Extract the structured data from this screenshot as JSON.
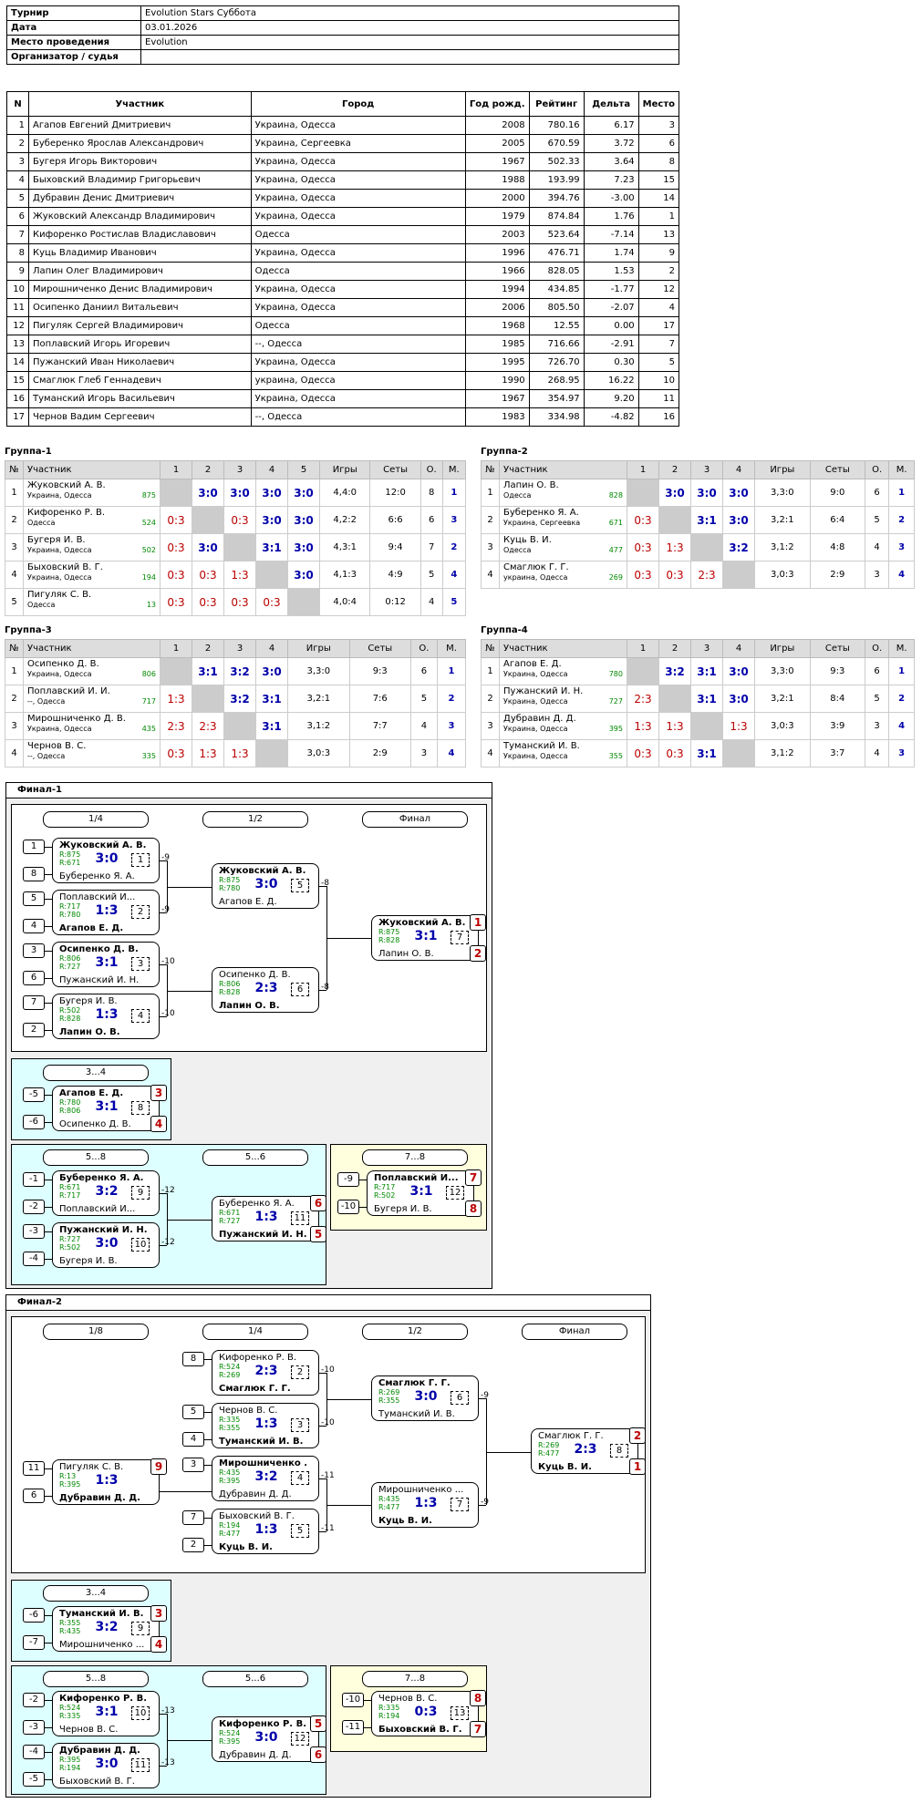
{
  "info": [
    {
      "k": "Турнир",
      "v": "Evolution Stars Суббота"
    },
    {
      "k": "Дата",
      "v": "03.01.2026"
    },
    {
      "k": "Место проведения",
      "v": "Evolution"
    },
    {
      "k": "Организатор / судья",
      "v": ""
    }
  ],
  "participants": {
    "headers": [
      "N",
      "Участник",
      "Город",
      "Год рожд.",
      "Рейтинг",
      "Дельта",
      "Место"
    ],
    "rows": [
      [
        "1",
        "Агапов Евгений Дмитриевич",
        "Украина, Одесса",
        "2008",
        "780.16",
        "6.17",
        "3"
      ],
      [
        "2",
        "Буберенко Ярослав Александрович",
        "Украина, Сергеевка",
        "2005",
        "670.59",
        "3.72",
        "6"
      ],
      [
        "3",
        "Бугеря Игорь Викторович",
        "Украина, Одесса",
        "1967",
        "502.33",
        "3.64",
        "8"
      ],
      [
        "4",
        "Быховский Владимир Григорьевич",
        "Украина, Одесса",
        "1988",
        "193.99",
        "7.23",
        "15"
      ],
      [
        "5",
        "Дубравин Денис Дмитриевич",
        "Украина, Одесса",
        "2000",
        "394.76",
        "-3.00",
        "14"
      ],
      [
        "6",
        "Жуковский Александр Владимирович",
        "Украина, Одесса",
        "1979",
        "874.84",
        "1.76",
        "1"
      ],
      [
        "7",
        "Кифоренко Ростислав Владиславович",
        "Одесса",
        "2003",
        "523.64",
        "-7.14",
        "13"
      ],
      [
        "8",
        "Куць Владимир Иванович",
        "Украина, Одесса",
        "1996",
        "476.71",
        "1.74",
        "9"
      ],
      [
        "9",
        "Лапин Олег Владимирович",
        "Одесса",
        "1966",
        "828.05",
        "1.53",
        "2"
      ],
      [
        "10",
        "Мирошниченко Денис Владимирович",
        "Украина, Одесса",
        "1994",
        "434.85",
        "-1.77",
        "12"
      ],
      [
        "11",
        "Осипенко Даниил Витальевич",
        "Украина, Одесса",
        "2006",
        "805.50",
        "-2.07",
        "4"
      ],
      [
        "12",
        "Пигуляк Сергей Владимирович",
        "Одесса",
        "1968",
        "12.55",
        "0.00",
        "17"
      ],
      [
        "13",
        "Поплавский Игорь Игоревич",
        "--, Одесса",
        "1985",
        "716.66",
        "-2.91",
        "7"
      ],
      [
        "14",
        "Пужанский Иван Николаевич",
        "Украина, Одесса",
        "1995",
        "726.70",
        "0.30",
        "5"
      ],
      [
        "15",
        "Смаглюк Глеб Геннадевич",
        "украина, Одесса",
        "1990",
        "268.95",
        "16.22",
        "10"
      ],
      [
        "16",
        "Туманский Игорь Васильевич",
        "Украина, Одесса",
        "1967",
        "354.97",
        "9.20",
        "11"
      ],
      [
        "17",
        "Чернов Вадим Сергеевич",
        "--, Одесса",
        "1983",
        "334.98",
        "-4.82",
        "16"
      ]
    ]
  },
  "groups": [
    {
      "title": "Группа-1",
      "headers": [
        "№",
        "Участник",
        "1",
        "2",
        "3",
        "4",
        "5",
        "Игры",
        "Сеты",
        "О.",
        "М."
      ],
      "rows": [
        {
          "n": "1",
          "name": "Жуковский А. В.",
          "city": "Украина, Одесса",
          "rating": "875",
          "cells": [
            "x",
            "3:0",
            "3:0",
            "3:0",
            "3:0"
          ],
          "games": "4,4:0",
          "sets": "12:0",
          "pts": "8",
          "place": "1"
        },
        {
          "n": "2",
          "name": "Кифоренко Р. В.",
          "city": "Одесса",
          "rating": "524",
          "cells": [
            "0:3",
            "x",
            "0:3",
            "3:0",
            "3:0"
          ],
          "games": "4,2:2",
          "sets": "6:6",
          "pts": "6",
          "place": "3"
        },
        {
          "n": "3",
          "name": "Бугеря И. В.",
          "city": "Украина, Одесса",
          "rating": "502",
          "cells": [
            "0:3",
            "3:0",
            "x",
            "3:1",
            "3:0"
          ],
          "games": "4,3:1",
          "sets": "9:4",
          "pts": "7",
          "place": "2"
        },
        {
          "n": "4",
          "name": "Быховский В. Г.",
          "city": "Украина, Одесса",
          "rating": "194",
          "cells": [
            "0:3",
            "0:3",
            "1:3",
            "x",
            "3:0"
          ],
          "games": "4,1:3",
          "sets": "4:9",
          "pts": "5",
          "place": "4"
        },
        {
          "n": "5",
          "name": "Пигуляк С. В.",
          "city": "Одесса",
          "rating": "13",
          "cells": [
            "0:3",
            "0:3",
            "0:3",
            "0:3",
            "x"
          ],
          "games": "4,0:4",
          "sets": "0:12",
          "pts": "4",
          "place": "5"
        }
      ]
    },
    {
      "title": "Группа-2",
      "headers": [
        "№",
        "Участник",
        "1",
        "2",
        "3",
        "4",
        "Игры",
        "Сеты",
        "О.",
        "М."
      ],
      "rows": [
        {
          "n": "1",
          "name": "Лапин О. В.",
          "city": "Одесса",
          "rating": "828",
          "cells": [
            "x",
            "3:0",
            "3:0",
            "3:0"
          ],
          "games": "3,3:0",
          "sets": "9:0",
          "pts": "6",
          "place": "1"
        },
        {
          "n": "2",
          "name": "Буберенко Я. А.",
          "city": "Украина, Сергеевка",
          "rating": "671",
          "cells": [
            "0:3",
            "x",
            "3:1",
            "3:0"
          ],
          "games": "3,2:1",
          "sets": "6:4",
          "pts": "5",
          "place": "2"
        },
        {
          "n": "3",
          "name": "Куць В. И.",
          "city": "Одесса",
          "rating": "477",
          "cells": [
            "0:3",
            "1:3",
            "x",
            "3:2"
          ],
          "games": "3,1:2",
          "sets": "4:8",
          "pts": "4",
          "place": "3"
        },
        {
          "n": "4",
          "name": "Смаглюк Г. Г.",
          "city": "украина, Одесса",
          "rating": "269",
          "cells": [
            "0:3",
            "0:3",
            "2:3",
            "x"
          ],
          "games": "3,0:3",
          "sets": "2:9",
          "pts": "3",
          "place": "4"
        }
      ]
    },
    {
      "title": "Группа-3",
      "headers": [
        "№",
        "Участник",
        "1",
        "2",
        "3",
        "4",
        "Игры",
        "Сеты",
        "О.",
        "М."
      ],
      "rows": [
        {
          "n": "1",
          "name": "Осипенко Д. В.",
          "city": "Украина, Одесса",
          "rating": "806",
          "cells": [
            "x",
            "3:1",
            "3:2",
            "3:0"
          ],
          "games": "3,3:0",
          "sets": "9:3",
          "pts": "6",
          "place": "1"
        },
        {
          "n": "2",
          "name": "Поплавский И. И.",
          "city": "--, Одесса",
          "rating": "717",
          "cells": [
            "1:3",
            "x",
            "3:2",
            "3:1"
          ],
          "games": "3,2:1",
          "sets": "7:6",
          "pts": "5",
          "place": "2"
        },
        {
          "n": "3",
          "name": "Мирошниченко Д. В.",
          "city": "Украина, Одесса",
          "rating": "435",
          "cells": [
            "2:3",
            "2:3",
            "x",
            "3:1"
          ],
          "games": "3,1:2",
          "sets": "7:7",
          "pts": "4",
          "place": "3"
        },
        {
          "n": "4",
          "name": "Чернов В. С.",
          "city": "--, Одесса",
          "rating": "335",
          "cells": [
            "0:3",
            "1:3",
            "1:3",
            "x"
          ],
          "games": "3,0:3",
          "sets": "2:9",
          "pts": "3",
          "place": "4"
        }
      ]
    },
    {
      "title": "Группа-4",
      "headers": [
        "№",
        "Участник",
        "1",
        "2",
        "3",
        "4",
        "Игры",
        "Сеты",
        "О.",
        "М."
      ],
      "rows": [
        {
          "n": "1",
          "name": "Агапов Е. Д.",
          "city": "Украина, Одесса",
          "rating": "780",
          "cells": [
            "x",
            "3:2",
            "3:1",
            "3:0"
          ],
          "games": "3,3:0",
          "sets": "9:3",
          "pts": "6",
          "place": "1"
        },
        {
          "n": "2",
          "name": "Пужанский И. Н.",
          "city": "Украина, Одесса",
          "rating": "727",
          "cells": [
            "2:3",
            "x",
            "3:1",
            "3:0"
          ],
          "games": "3,2:1",
          "sets": "8:4",
          "pts": "5",
          "place": "2"
        },
        {
          "n": "3",
          "name": "Дубравин Д. Д.",
          "city": "Украина, Одесса",
          "rating": "395",
          "cells": [
            "1:3",
            "1:3",
            "x",
            "1:3"
          ],
          "games": "3,0:3",
          "sets": "3:9",
          "pts": "3",
          "place": "4"
        },
        {
          "n": "4",
          "name": "Туманский И. В.",
          "city": "Украина, Одесса",
          "rating": "355",
          "cells": [
            "0:3",
            "0:3",
            "3:1",
            "x"
          ],
          "games": "3,1:2",
          "sets": "3:7",
          "pts": "4",
          "place": "3"
        }
      ]
    }
  ],
  "final1": {
    "title": "Финал-1",
    "rounds": [
      "1/4",
      "1/2",
      "Финал",
      "3...4",
      "5...8",
      "5...6",
      "7...8"
    ],
    "matches": [
      {
        "p1": "Жуковский А. В.",
        "p2": "Буберенко Я. А.",
        "r1": "R:875",
        "r2": "R:671",
        "score": "3:0",
        "num": "1",
        "w": 1,
        "seed1": "1",
        "seed2": "8",
        "out": "-9"
      },
      {
        "p1": "Поплавский И...",
        "p2": "Агапов Е. Д.",
        "r1": "R:717",
        "r2": "R:780",
        "score": "1:3",
        "num": "2",
        "w": 2,
        "seed1": "5",
        "seed2": "4",
        "out": "-9"
      },
      {
        "p1": "Осипенко Д. В.",
        "p2": "Пужанский И. Н.",
        "r1": "R:806",
        "r2": "R:727",
        "score": "3:1",
        "num": "3",
        "w": 1,
        "seed1": "3",
        "seed2": "6",
        "out": "-10"
      },
      {
        "p1": "Бугеря И. В.",
        "p2": "Лапин О. В.",
        "r1": "R:502",
        "r2": "R:828",
        "score": "1:3",
        "num": "4",
        "w": 2,
        "seed1": "7",
        "seed2": "2",
        "out": "-10"
      },
      {
        "p1": "Жуковский А. В.",
        "p2": "Агапов Е. Д.",
        "r1": "R:875",
        "r2": "R:780",
        "score": "3:0",
        "num": "5",
        "w": 1,
        "out": "-8"
      },
      {
        "p1": "Осипенко Д. В.",
        "p2": "Лапин О. В.",
        "r1": "R:806",
        "r2": "R:828",
        "score": "2:3",
        "num": "6",
        "w": 2,
        "out": "-8"
      },
      {
        "p1": "Жуковский А. В.",
        "p2": "Лапин О. В.",
        "r1": "R:875",
        "r2": "R:828",
        "score": "3:1",
        "num": "7",
        "w": 1,
        "pl1": "1",
        "pl2": "2"
      },
      {
        "p1": "Агапов Е. Д.",
        "p2": "Осипенко Д. В.",
        "r1": "R:780",
        "r2": "R:806",
        "score": "3:1",
        "num": "8",
        "w": 1,
        "seed1": "-5",
        "seed2": "-6",
        "pl1": "3",
        "pl2": "4"
      },
      {
        "p1": "Буберенко Я. А.",
        "p2": "Поплавский И...",
        "r1": "R:671",
        "r2": "R:717",
        "score": "3:2",
        "num": "9",
        "w": 1,
        "seed1": "-1",
        "seed2": "-2",
        "out": "-12"
      },
      {
        "p1": "Пужанский И. Н.",
        "p2": "Бугеря И. В.",
        "r1": "R:727",
        "r2": "R:502",
        "score": "3:0",
        "num": "10",
        "w": 1,
        "seed1": "-3",
        "seed2": "-4",
        "out": "-12"
      },
      {
        "p1": "Буберенко Я. А.",
        "p2": "Пужанский И. Н.",
        "r1": "R:671",
        "r2": "R:727",
        "score": "1:3",
        "num": "11",
        "w": 2,
        "pl1": "6",
        "pl2": "5"
      },
      {
        "p1": "Поплавский И...",
        "p2": "Бугеря И. В.",
        "r1": "R:717",
        "r2": "R:502",
        "score": "3:1",
        "num": "12",
        "w": 1,
        "seed1": "-9",
        "seed2": "-10",
        "pl1": "7",
        "pl2": "8"
      }
    ]
  },
  "final2": {
    "title": "Финал-2",
    "rounds": [
      "1/8",
      "1/4",
      "1/2",
      "Финал",
      "3...4",
      "5...8",
      "5...6",
      "7...8"
    ],
    "matches": [
      {
        "p1": "Пигуляк С. В.",
        "p2": "Дубравин Д. Д.",
        "r1": "R:13",
        "r2": "R:395",
        "score": "1:3",
        "num": "",
        "w": 2,
        "seed1": "11",
        "seed2": "6",
        "pl1": "9"
      },
      {
        "p1": "Кифоренко Р. В.",
        "p2": "Смаглюк Г. Г.",
        "r1": "R:524",
        "r2": "R:269",
        "score": "2:3",
        "num": "2",
        "w": 2,
        "seed1": "8",
        "out": "-10"
      },
      {
        "p1": "Чернов В. С.",
        "p2": "Туманский И. В.",
        "r1": "R:335",
        "r2": "R:355",
        "score": "1:3",
        "num": "3",
        "w": 2,
        "seed1": "5",
        "seed2": "4",
        "out": "-10"
      },
      {
        "p1": "Мирошниченко ...",
        "p2": "Дубравин Д. Д.",
        "r1": "R:435",
        "r2": "R:395",
        "score": "3:2",
        "num": "4",
        "w": 1,
        "seed1": "3",
        "out": "-11"
      },
      {
        "p1": "Быховский В. Г.",
        "p2": "Куць В. И.",
        "r1": "R:194",
        "r2": "R:477",
        "score": "1:3",
        "num": "5",
        "w": 2,
        "seed1": "7",
        "seed2": "2",
        "out": "-11"
      },
      {
        "p1": "Смаглюк Г. Г.",
        "p2": "Туманский И. В.",
        "r1": "R:269",
        "r2": "R:355",
        "score": "3:0",
        "num": "6",
        "w": 1,
        "out": "-9"
      },
      {
        "p1": "Мирошниченко ...",
        "p2": "Куць В. И.",
        "r1": "R:435",
        "r2": "R:477",
        "score": "1:3",
        "num": "7",
        "w": 2,
        "out": "-9"
      },
      {
        "p1": "Смаглюк Г. Г.",
        "p2": "Куць В. И.",
        "r1": "R:269",
        "r2": "R:477",
        "score": "2:3",
        "num": "8",
        "w": 2,
        "pl1": "2",
        "pl2": "1"
      },
      {
        "p1": "Туманский И. В.",
        "p2": "Мирошниченко ...",
        "r1": "R:355",
        "r2": "R:435",
        "score": "3:2",
        "num": "9",
        "w": 1,
        "seed1": "-6",
        "seed2": "-7",
        "pl1": "3",
        "pl2": "4"
      },
      {
        "p1": "Кифоренко Р. В.",
        "p2": "Чернов В. С.",
        "r1": "R:524",
        "r2": "R:335",
        "score": "3:1",
        "num": "10",
        "w": 1,
        "seed1": "-2",
        "seed2": "-3",
        "out": "-13"
      },
      {
        "p1": "Дубравин Д. Д.",
        "p2": "Быховский В. Г.",
        "r1": "R:395",
        "r2": "R:194",
        "score": "3:0",
        "num": "11",
        "w": 1,
        "seed1": "-4",
        "seed2": "-5",
        "out": "-13"
      },
      {
        "p1": "Кифоренко Р. В.",
        "p2": "Дубравин Д. Д.",
        "r1": "R:524",
        "r2": "R:395",
        "score": "3:0",
        "num": "12",
        "w": 1,
        "pl1": "5",
        "pl2": "6"
      },
      {
        "p1": "Чернов В. С.",
        "p2": "Быховский В. Г.",
        "r1": "R:335",
        "r2": "R:194",
        "score": "0:3",
        "num": "13",
        "w": 2,
        "seed1": "-10",
        "seed2": "-11",
        "pl1": "8",
        "pl2": "7"
      }
    ]
  }
}
